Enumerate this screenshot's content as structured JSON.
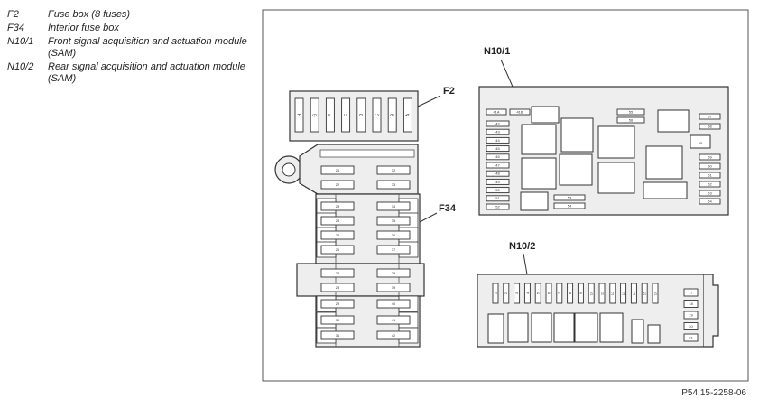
{
  "legend": [
    {
      "code": "F2",
      "description": "Fuse box (8 fuses)"
    },
    {
      "code": "F34",
      "description": "Interior fuse box"
    },
    {
      "code": "N10/1",
      "description": "Front signal acquisition and actuation module (SAM)"
    },
    {
      "code": "N10/2",
      "description": "Rear signal acquisition and actuation module (SAM)"
    }
  ],
  "callouts": {
    "f2": "F2",
    "f34": "F34",
    "n10_1": "N10/1",
    "n10_2": "N10/2"
  },
  "reference": "P54.15-2258-06",
  "f2_fuses": [
    "H",
    "G",
    "F",
    "E",
    "D",
    "C",
    "B",
    "A"
  ],
  "f34": {
    "left": [
      "21",
      "22",
      "23",
      "24",
      "25",
      "26",
      "27",
      "28",
      "29",
      "30",
      "31"
    ],
    "right": [
      "32",
      "33",
      "34",
      "35",
      "36",
      "37",
      "38",
      "39",
      "40",
      "41",
      "42"
    ]
  },
  "n10_1": {
    "top_left": [
      "41A",
      "41B"
    ],
    "left_column": [
      "42",
      "43",
      "44",
      "45",
      "46",
      "47",
      "48",
      "49",
      "50",
      "51"
    ],
    "bottom": [
      "52",
      "53",
      "54"
    ],
    "mid_small": [
      "55",
      "56"
    ],
    "right_column": [
      "57",
      "58",
      "59",
      "60",
      "61",
      "62",
      "63",
      "64"
    ],
    "relay_label": "65"
  },
  "n10_2": {
    "top_row": [
      "1",
      "2",
      "3",
      "4",
      "5",
      "6",
      "7",
      "8",
      "9",
      "10",
      "11",
      "12",
      "13",
      "14",
      "15",
      "16"
    ],
    "side": [
      "17",
      "18",
      "19",
      "20",
      "21"
    ]
  }
}
